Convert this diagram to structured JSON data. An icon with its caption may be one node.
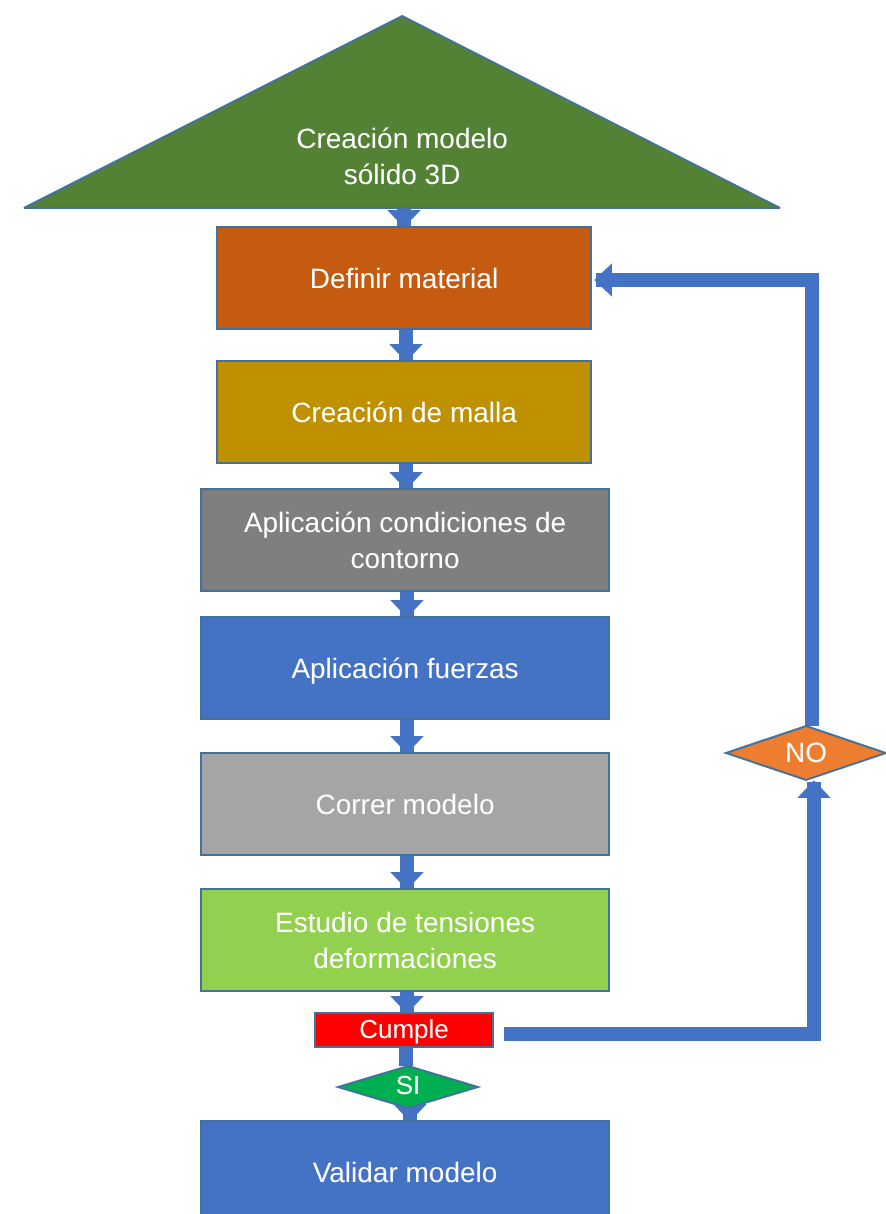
{
  "diagram": {
    "nodes": [
      {
        "text": [
          "Creación modelo sólido 3D"
        ]
      },
      {
        "text": [
          "Definir material"
        ]
      },
      {
        "text": [
          "Creación de malla"
        ]
      },
      {
        "text": [
          "Aplicación condiciones de contorno"
        ]
      },
      {
        "text": [
          "Aplicación fuerzas"
        ]
      },
      {
        "text": [
          "Correr modelo"
        ]
      },
      {
        "text": [
          "Estudio de tensiones deformaciones"
        ]
      },
      {
        "text": [
          "Cumple"
        ]
      },
      {
        "text": [
          "SI"
        ]
      },
      {
        "text": [
          "Validar modelo"
        ]
      },
      {
        "text": [
          "NO"
        ]
      }
    ],
    "edges": [
      {
        "from": 0,
        "to": 1,
        "arrow": "to"
      },
      {
        "from": 1,
        "to": 2,
        "arrow": "to"
      },
      {
        "from": 2,
        "to": 3,
        "arrow": "to"
      },
      {
        "from": 3,
        "to": 4,
        "arrow": "to"
      },
      {
        "from": 4,
        "to": 5,
        "arrow": "to"
      },
      {
        "from": 5,
        "to": 6,
        "arrow": "to"
      },
      {
        "from": 6,
        "to": 7,
        "arrow": "to"
      },
      {
        "from": 7,
        "to": 8,
        "arrow": "none"
      },
      {
        "from": 8,
        "to": 9,
        "arrow": "to"
      },
      {
        "from": 7,
        "to": 10,
        "arrow": "to"
      },
      {
        "from": 10,
        "to": 1,
        "arrow": "to"
      }
    ]
  }
}
